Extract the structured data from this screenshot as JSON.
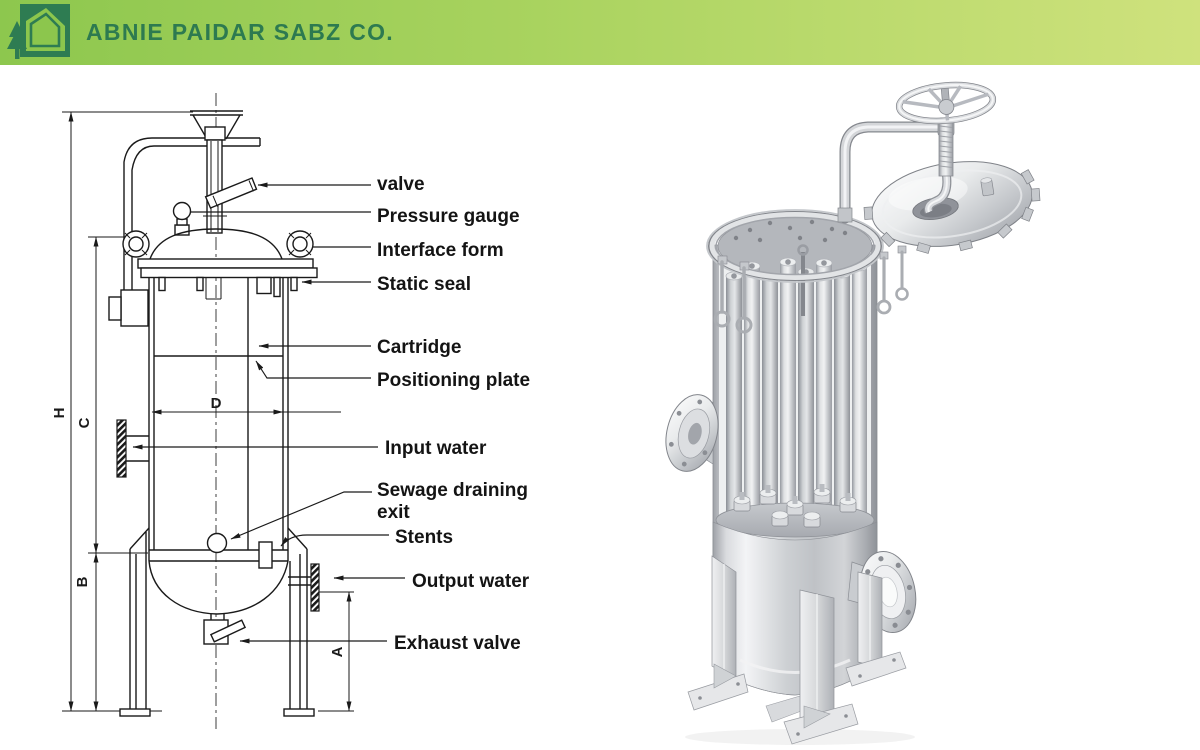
{
  "header": {
    "company_name": "ABNIE PAIDAR SABZ CO.",
    "colors": {
      "gradient_start": "#8dc74e",
      "gradient_end": "#cfe27d",
      "logo_green": "#2e7c52",
      "title_green": "#2d7a50"
    }
  },
  "drawing": {
    "title_semantic": "cartridge-filter-housing-technical-drawing",
    "callouts": {
      "valve": "valve",
      "pressure_gauge": "Pressure gauge",
      "interface_form": "Interface form",
      "static_seal": "Static seal",
      "cartridge": "Cartridge",
      "positioning_plate": "Positioning plate",
      "input_water": "Input water",
      "sewage_draining_line1": "Sewage draining",
      "sewage_draining_line2": "exit",
      "stents": "Stents",
      "output_water": "Output water",
      "exhaust_valve": "Exhaust valve"
    },
    "dimensions": {
      "overall_height": "H",
      "body_height": "C",
      "lower_height": "B",
      "outlet_height": "A",
      "diameter": "D"
    }
  }
}
